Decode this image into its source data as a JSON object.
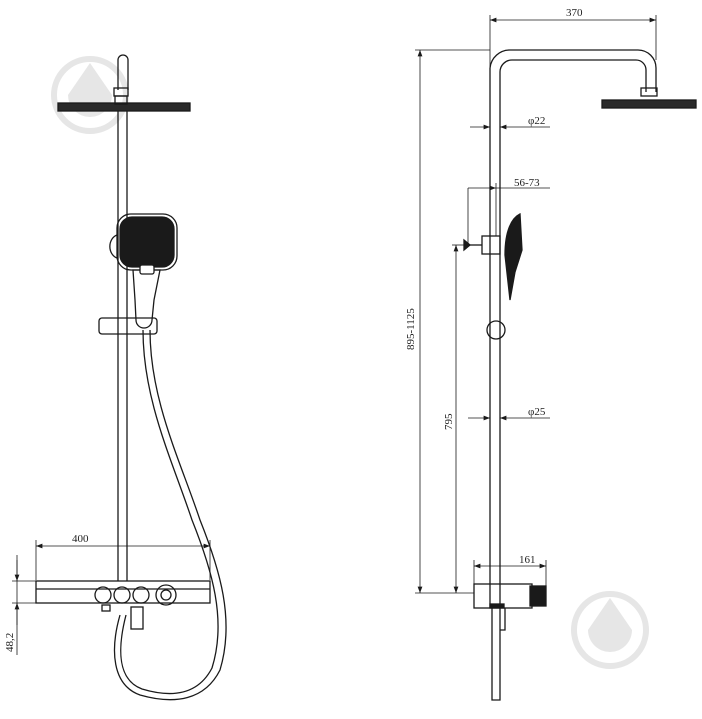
{
  "drawing": {
    "front_view": {
      "width_dim": "400",
      "shelf_height_dim": "48,2"
    },
    "side_view": {
      "arm_length_dim": "370",
      "pipe_upper_dia": "φ22",
      "slider_range": "56-73",
      "total_height": "895-1125",
      "mixer_height": "795",
      "pipe_lower_dia": "φ25",
      "thermostat_depth": "161"
    },
    "colors": {
      "line": "#1a1a1a",
      "watermark": "#e6e6e6",
      "background": "#ffffff"
    },
    "watermarks": [
      "drop-logo-icon",
      "drop-logo-icon"
    ]
  }
}
